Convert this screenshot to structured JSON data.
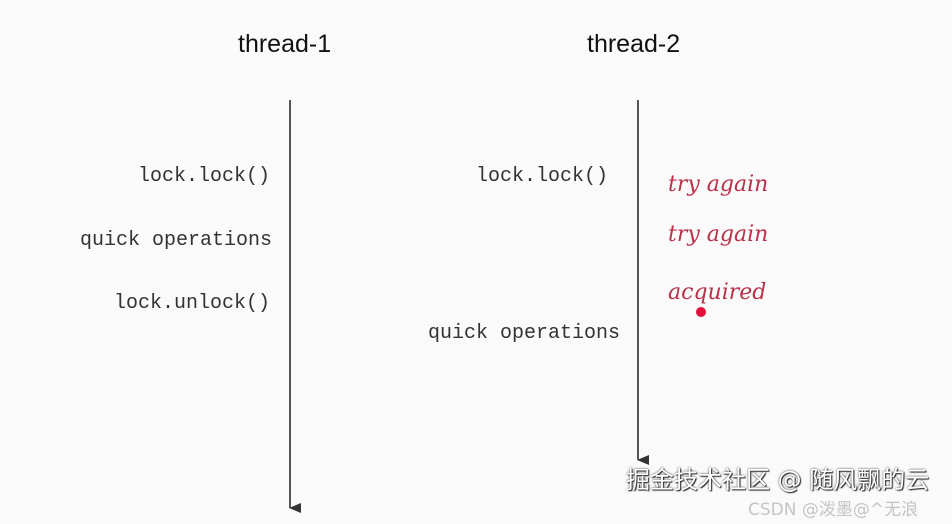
{
  "threads": [
    {
      "title": "thread-1",
      "steps": [
        "lock.lock()",
        "quick operations",
        "lock.unlock()"
      ]
    },
    {
      "title": "thread-2",
      "steps": [
        "lock.lock()",
        "quick operations"
      ]
    }
  ],
  "annotations": [
    "try again",
    "try again",
    "acquired"
  ],
  "colors": {
    "annotation": "#b8324a",
    "dot": "#e0103a",
    "arrow": "#333333"
  },
  "watermarks": [
    "掘金技术社区 @ 随风飘的云",
    "CSDN @泼墨@^无浪"
  ]
}
